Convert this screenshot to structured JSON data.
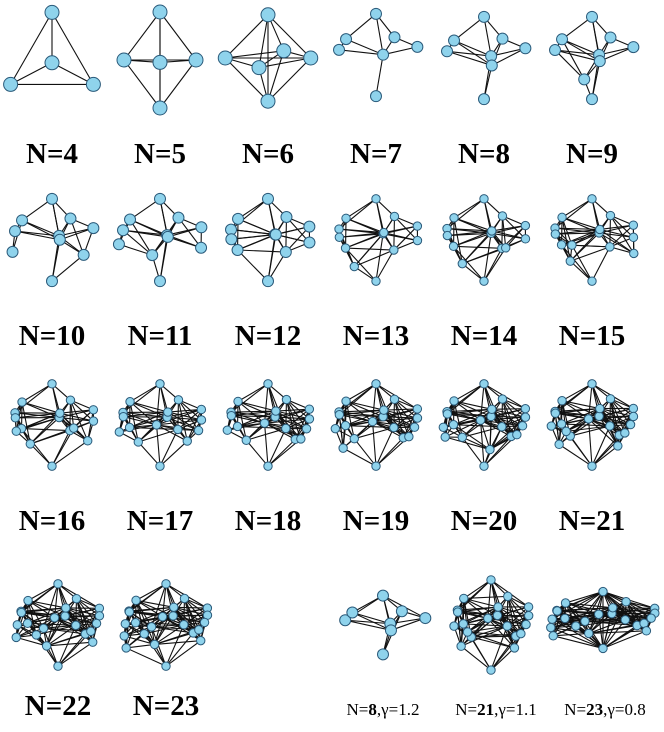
{
  "node_color": "#8fd3ec",
  "edge_color": "#111111",
  "clusters": [
    {
      "label": "N=4",
      "n": 4
    },
    {
      "label": "N=5",
      "n": 5
    },
    {
      "label": "N=6",
      "n": 6
    },
    {
      "label": "N=7",
      "n": 7
    },
    {
      "label": "N=8",
      "n": 8
    },
    {
      "label": "N=9",
      "n": 9
    },
    {
      "label": "N=10",
      "n": 10
    },
    {
      "label": "N=11",
      "n": 11
    },
    {
      "label": "N=12",
      "n": 12
    },
    {
      "label": "N=13",
      "n": 13
    },
    {
      "label": "N=14",
      "n": 14
    },
    {
      "label": "N=15",
      "n": 15
    },
    {
      "label": "N=16",
      "n": 16
    },
    {
      "label": "N=17",
      "n": 17
    },
    {
      "label": "N=18",
      "n": 18
    },
    {
      "label": "N=19",
      "n": 19
    },
    {
      "label": "N=20",
      "n": 20
    },
    {
      "label": "N=21",
      "n": 21
    },
    {
      "label": "N=22",
      "n": 22
    },
    {
      "label": "N=23",
      "n": 23
    }
  ],
  "special_clusters": [
    {
      "n_text": "N=",
      "n_value": "8",
      "gamma_text": ",γ=1.2",
      "n": 8
    },
    {
      "n_text": "N=",
      "n_value": "21",
      "gamma_text": ",γ=1.1",
      "n": 21
    },
    {
      "n_text": "N=",
      "n_value": "23",
      "gamma_text": "γ=0.8",
      "sep": ",",
      "n": 23
    }
  ]
}
